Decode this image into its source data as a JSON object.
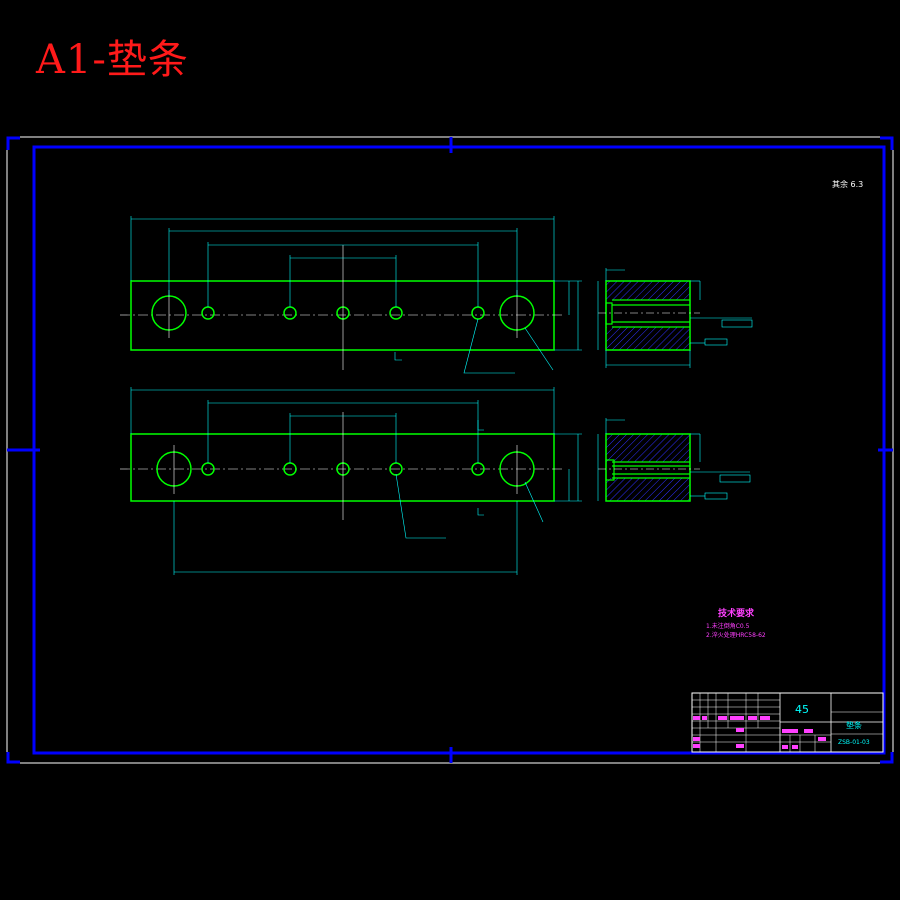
{
  "title": "A1-垫条",
  "notes": {
    "heading": "技术要求",
    "line1": "1.未注倒角C0.5",
    "line2": "2.淬火处理HRC58-62"
  },
  "roughness": "其余 6.3",
  "title_block": {
    "material": "45",
    "part_name": "垫条",
    "drawing_no": "ZSB-01-03"
  },
  "colors": {
    "part_outline": "#00ff00",
    "frame": "#0000ff",
    "dimension": "#00ffff",
    "text_notes": "#ff40ff",
    "hatch": "#2a2aff",
    "title": "#ff1a1a"
  }
}
